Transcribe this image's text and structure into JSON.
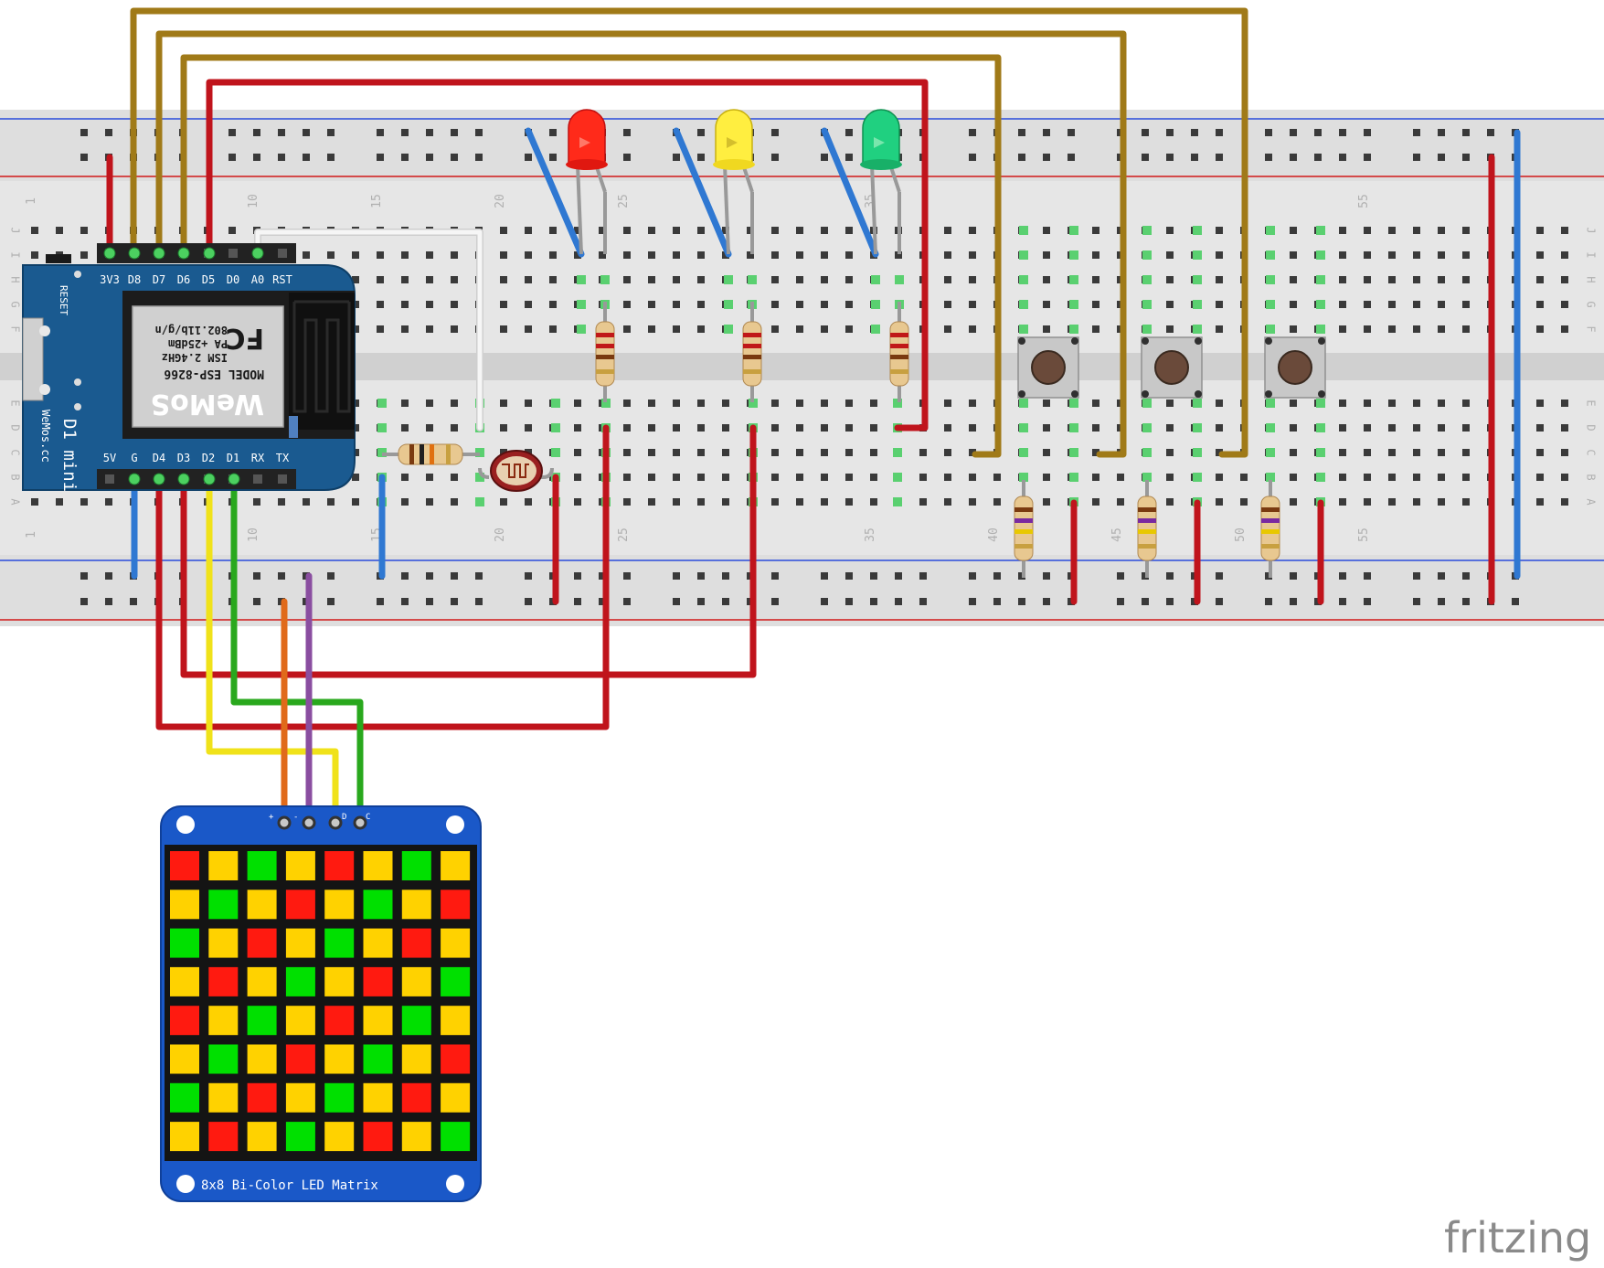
{
  "colors": {
    "board_bg": "#e8e8e8",
    "rail_blue": "#2a4bdc",
    "rail_red": "#d01818",
    "wire_red": "#c0141c",
    "wire_brown": "#a07a18",
    "wire_blue": "#2f78d2",
    "wire_white": "#e8e8e8",
    "wire_yellow": "#f0e21a",
    "wire_green": "#29a81d",
    "wire_orange": "#e06a1a",
    "wire_purple": "#8a4ea0",
    "pcb_blue": "#1a5a90",
    "matrix_blue": "#1a58c8",
    "led_red": "#ff1a10",
    "led_yellow": "#ffd200",
    "led_green": "#00e000"
  },
  "breadboard": {
    "row_letters": [
      "A",
      "B",
      "C",
      "D",
      "E",
      "F",
      "G",
      "H",
      "I",
      "J"
    ],
    "column_numbers": [
      "1",
      "10",
      "15",
      "20",
      "25",
      "35",
      "40",
      "45",
      "50",
      "55"
    ]
  },
  "wemos": {
    "label_reset": "RESET",
    "label_d1mini": "D1 mini",
    "label_site": "WeMos.cc",
    "top_pins": [
      "3V3",
      "D8",
      "D7",
      "D6",
      "D5",
      "D0",
      "A0",
      "RST"
    ],
    "bottom_pins": [
      "5V",
      "G",
      "D4",
      "D3",
      "D2",
      "D1",
      "RX",
      "TX"
    ],
    "chip_brand": "WeMoS",
    "chip_model": "MODEL ESP-8266",
    "chip_ism": "ISM 2.4GHz",
    "chip_pa": "PA +25dBm",
    "chip_std": "802.11b/g/n",
    "chip_fc": "FC"
  },
  "matrix": {
    "title": "8x8 Bi-Color LED Matrix",
    "header_pins": [
      "+",
      "-",
      "D",
      "C"
    ],
    "pattern": [
      [
        "R",
        "Y",
        "G",
        "Y",
        "R",
        "Y",
        "G",
        "Y"
      ],
      [
        "Y",
        "G",
        "Y",
        "R",
        "Y",
        "G",
        "Y",
        "R"
      ],
      [
        "G",
        "Y",
        "R",
        "Y",
        "G",
        "Y",
        "R",
        "Y"
      ],
      [
        "Y",
        "R",
        "Y",
        "G",
        "Y",
        "R",
        "Y",
        "G"
      ],
      [
        "R",
        "Y",
        "G",
        "Y",
        "R",
        "Y",
        "G",
        "Y"
      ],
      [
        "Y",
        "G",
        "Y",
        "R",
        "Y",
        "G",
        "Y",
        "R"
      ],
      [
        "G",
        "Y",
        "R",
        "Y",
        "G",
        "Y",
        "R",
        "Y"
      ],
      [
        "Y",
        "R",
        "Y",
        "G",
        "Y",
        "R",
        "Y",
        "G"
      ]
    ]
  },
  "watermark": "fritzing"
}
